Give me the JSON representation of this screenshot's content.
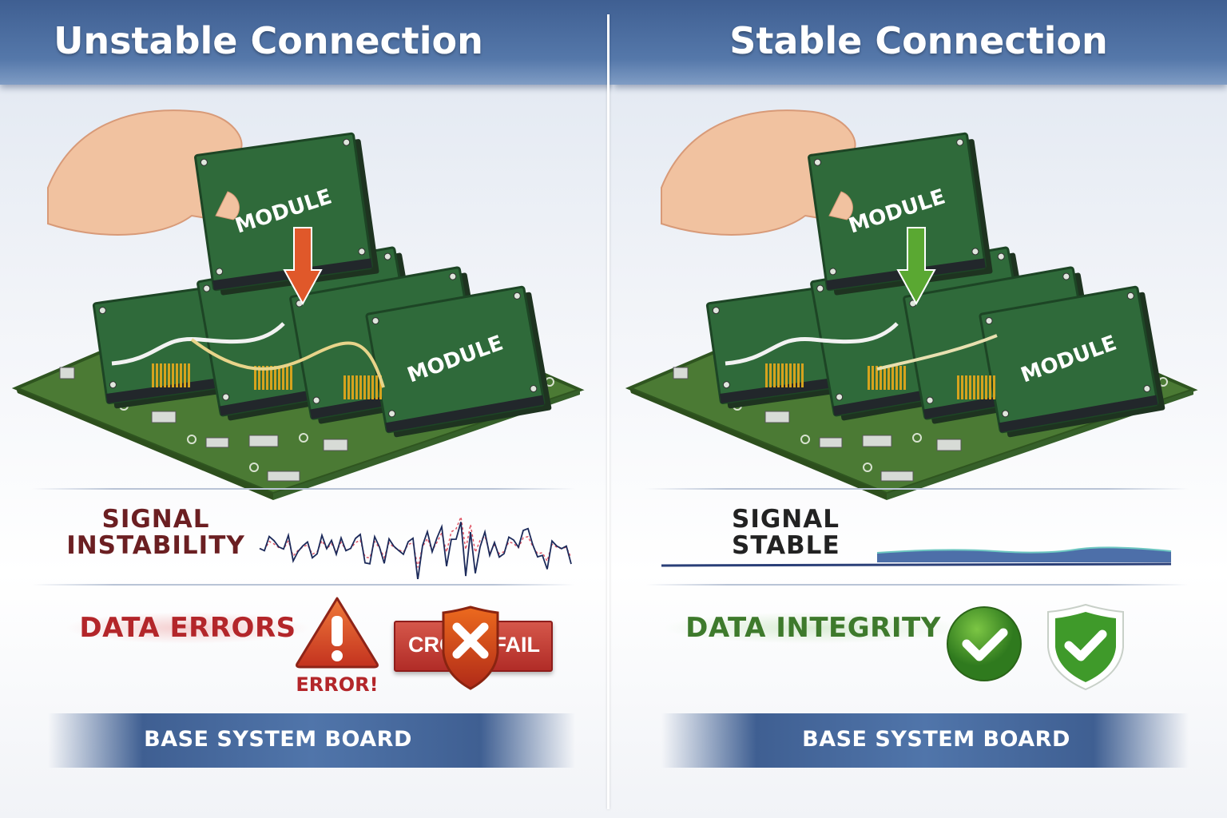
{
  "left": {
    "title": "Unstable Connection",
    "module_label": "MODULE",
    "signal_label_line1": "SIGNAL",
    "signal_label_line2": "INSTABILITY",
    "data_label": "DATA ERRORS",
    "warning_label": "ERROR!",
    "crc_badge": {
      "left": "CRC",
      "right": "FAIL"
    },
    "footer": "BASE SYSTEM BOARD",
    "arrow_color": "#e0582a",
    "cable_color": "#e8d48a"
  },
  "right": {
    "title": "Stable Connection",
    "module_label": "MODULE",
    "signal_label_line1": "SIGNAL",
    "signal_label_line2": "STABLE",
    "data_label": "DATA INTEGRITY",
    "footer": "BASE SYSTEM BOARD",
    "arrow_color": "#5aa832",
    "cable_color": "#e8e0b0"
  },
  "colors": {
    "header": "#3f5f92",
    "pcb": "#4b7a34",
    "error": "#b3262a",
    "success": "#3e7a2c"
  }
}
